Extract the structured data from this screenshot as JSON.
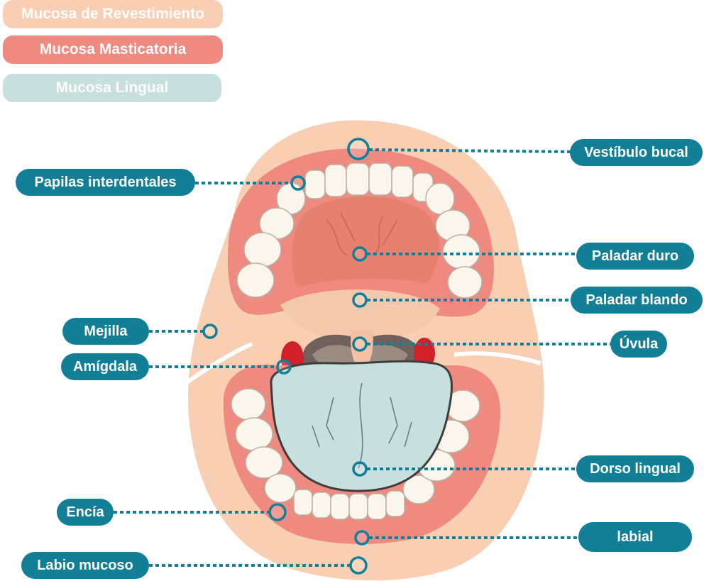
{
  "legend": [
    {
      "label": "Mucosa de Revestimiento",
      "color": "#f8cfb3"
    },
    {
      "label": "Mucosa Masticatoria",
      "color": "#ee8a80"
    },
    {
      "label": "Mucosa Lingual",
      "color": "#c7dfdd"
    }
  ],
  "labels": {
    "vestibulo": "Vestíbulo bucal",
    "papilas": "Papilas interdentales",
    "paladar_duro": "Paladar duro",
    "paladar_blando": "Paladar blando",
    "mejilla": "Mejilla",
    "uvula": "Úvula",
    "amigdala": "Amígdala",
    "dorso": "Dorso lingual",
    "encia": "Encía",
    "labial": "labial",
    "labio_mucoso": "Labio mucoso"
  },
  "colors": {
    "label_bg": "#127f97",
    "leader": "#127f97",
    "skin": "#f8cfb3",
    "gum": "#ee8a80",
    "tongue": "#c7dfdd",
    "tonsil": "#d0202a",
    "tooth": "#fbf6ec"
  }
}
